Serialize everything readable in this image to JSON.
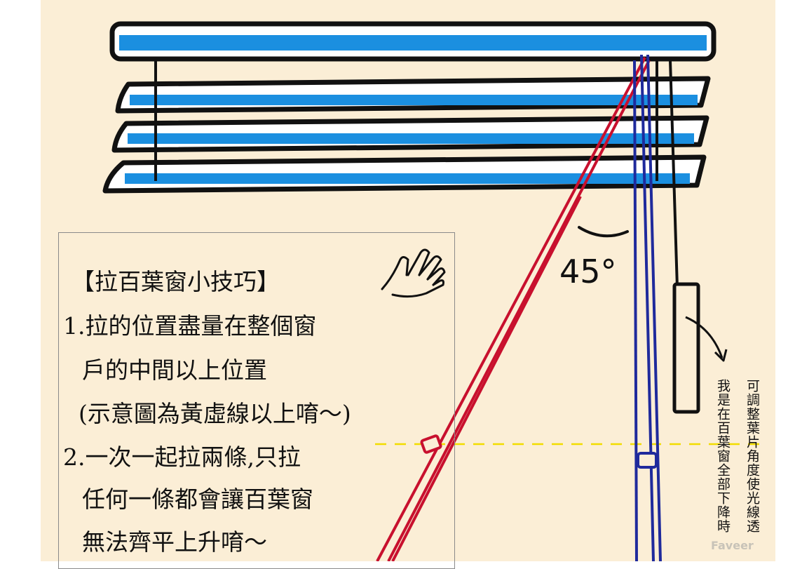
{
  "tips": {
    "title": "【拉百葉窗小技巧】",
    "lines": [
      "1.拉的位置盡量在整個窗",
      "戶的中間以上位置",
      "(示意圖為黃虛線以上唷～)",
      "2.一次一起拉兩條,只拉",
      "任何一條都會讓百葉窗",
      "無法齊平上升唷～"
    ]
  },
  "annotations": {
    "angle": "45°",
    "tilt_note": "可調整葉片角度使光線透",
    "lower_note": "我是在百葉窗全部下降時"
  },
  "watermark": "Faveer",
  "colors": {
    "background": "#fbeed6",
    "slat_blue": "#1b8fe0",
    "outline": "#111111",
    "pull_cord_red": "#c8102e",
    "tilt_cord_navy": "#1f2a9c",
    "guide_dashed_yellow": "#f2dc00"
  },
  "icons": [
    "hand-icon",
    "curved-arrow-icon"
  ]
}
